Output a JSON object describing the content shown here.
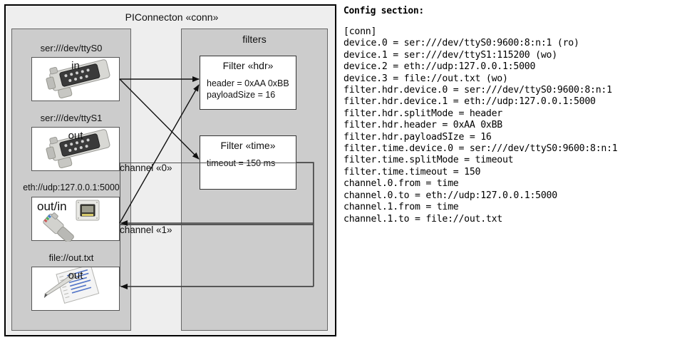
{
  "diagram": {
    "title": "PIConnecton «conn»",
    "devices_panel": {
      "title": ""
    },
    "filters_panel": {
      "title": "filters"
    },
    "devices": [
      {
        "caption": "ser:///dev/ttyS0",
        "label": "in",
        "icon": "serial-port-icon"
      },
      {
        "caption": "ser:///dev/ttyS1",
        "label": "out",
        "icon": "serial-port-icon"
      },
      {
        "caption": "eth://udp:127.0.0.1:5000",
        "label": "out/in",
        "icon": "ethernet-plug-icon"
      },
      {
        "caption": "file://out.txt",
        "label": "out",
        "icon": "text-document-icon"
      }
    ],
    "filters": [
      {
        "title": "Filter «hdr»",
        "props": [
          "header = 0xAA 0xBB",
          "payloadSize = 16"
        ]
      },
      {
        "title": "Filter «time»",
        "props": [
          "timeout = 150 ms"
        ]
      }
    ],
    "channels": [
      {
        "label": "channel «0»"
      },
      {
        "label": "channel «1»"
      }
    ]
  },
  "config": {
    "heading": "Config section:",
    "lines": [
      "[conn]",
      "device.0 = ser:///dev/ttyS0:9600:8:n:1 (ro)",
      "device.1 = ser:///dev/ttyS1:115200 (wo)",
      "device.2 = eth://udp:127.0.0.1:5000",
      "device.3 = file://out.txt (wo)",
      "filter.hdr.device.0 = ser:///dev/ttyS0:9600:8:n:1",
      "filter.hdr.device.1 = eth://udp:127.0.0.1:5000",
      "filter.hdr.splitMode = header",
      "filter.hdr.header = 0xAA 0xBB",
      "filter.hdr.payloadSIze = 16",
      "filter.time.device.0 = ser:///dev/ttyS0:9600:8:n:1",
      "filter.time.splitMode = timeout",
      "filter.time.timeout = 150",
      "channel.0.from = time",
      "channel.0.to = eth://udp:127.0.0.1:5000",
      "channel.1.from = time",
      "channel.1.to = file://out.txt"
    ]
  },
  "colors": {
    "frame_bg": "#eeeeee",
    "panel_bg": "#cccccc",
    "node_bg": "#ffffff",
    "stroke": "#333333"
  }
}
